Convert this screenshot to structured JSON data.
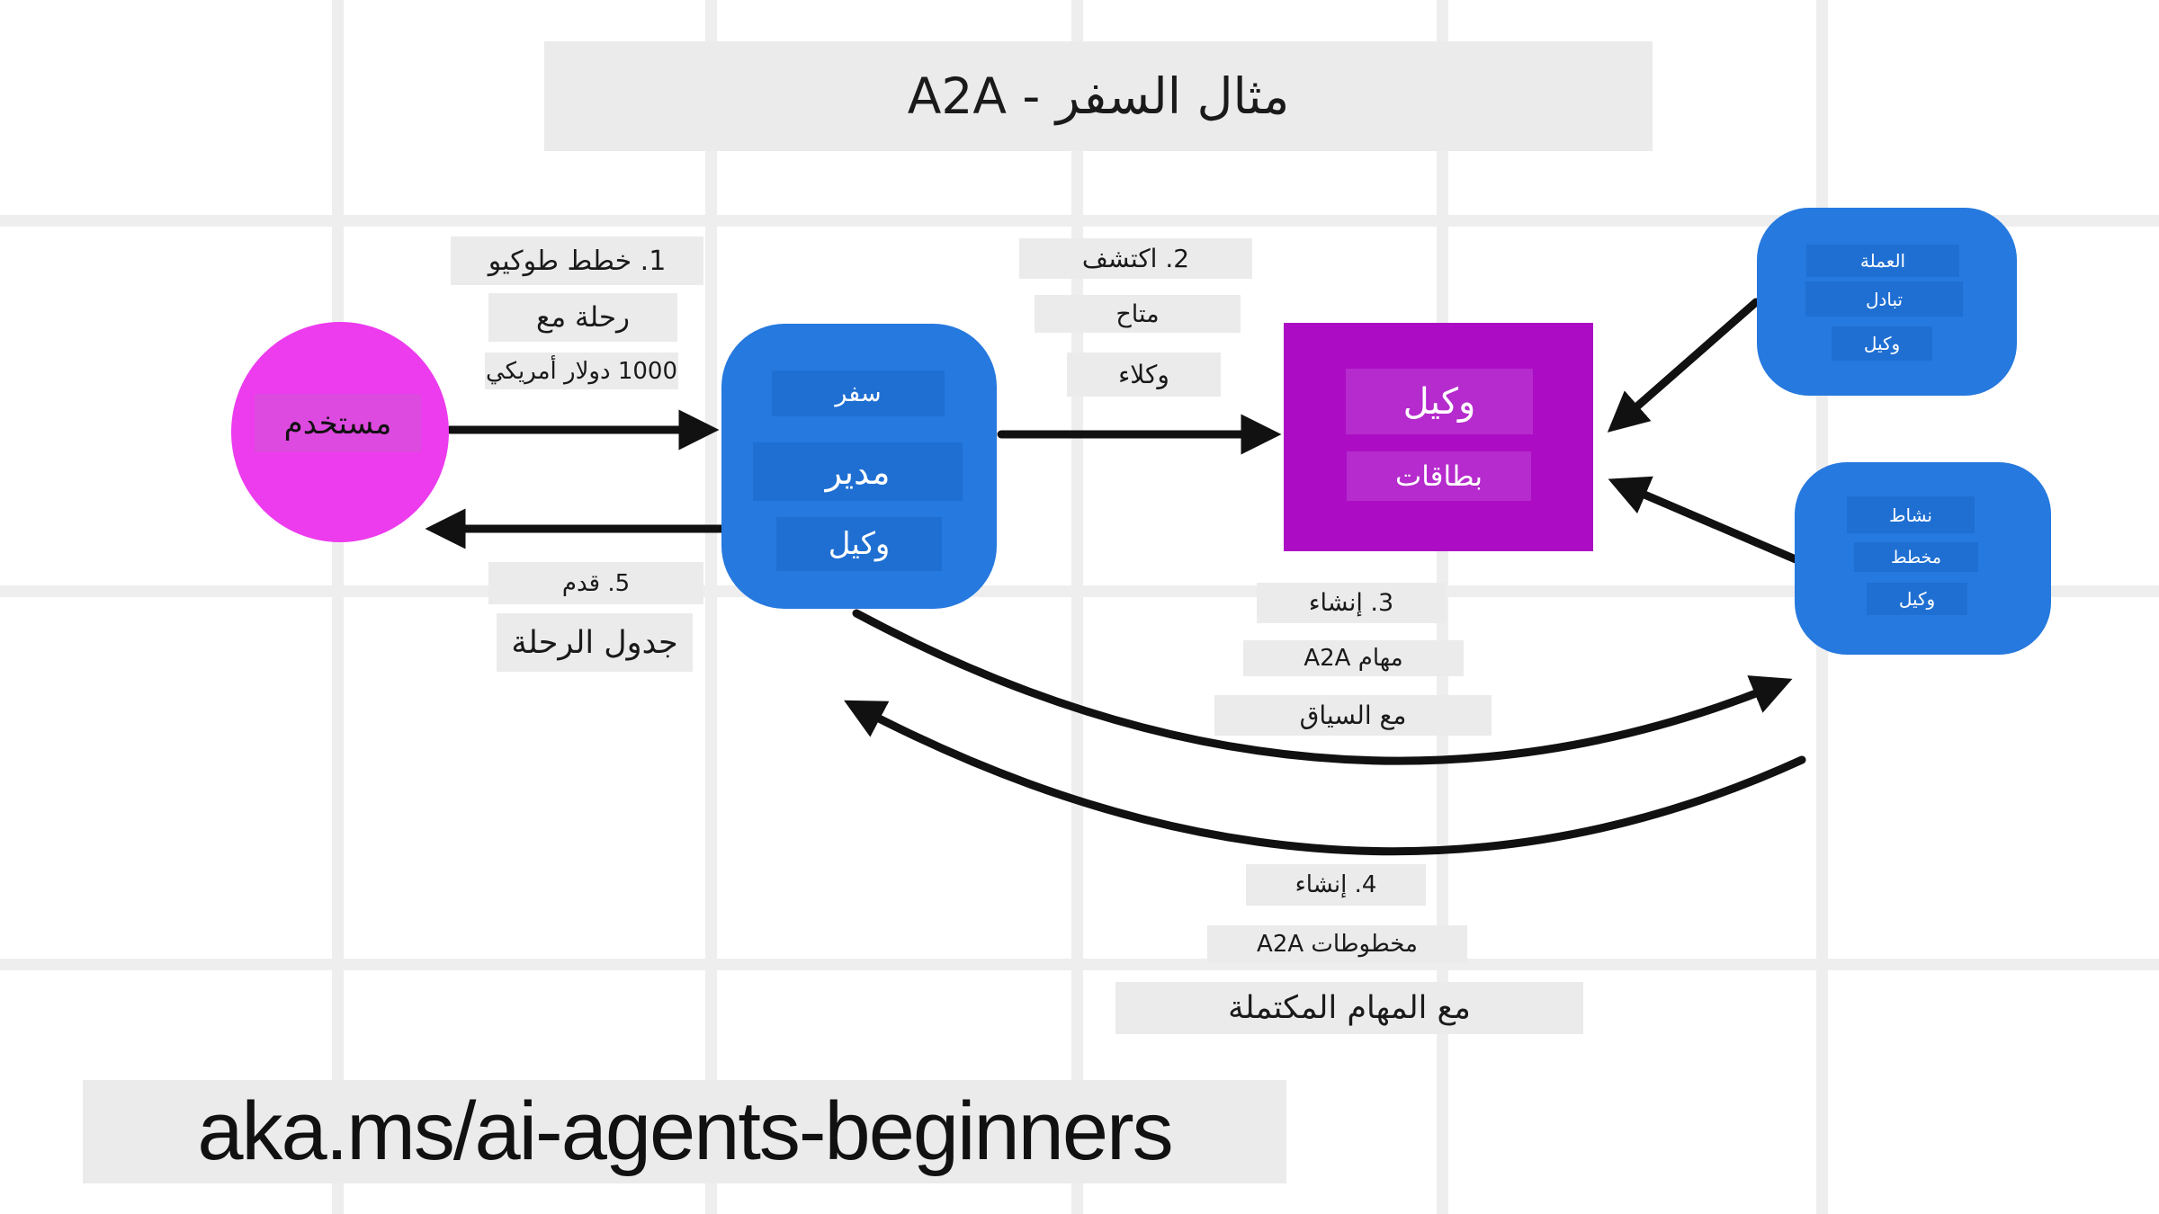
{
  "title": "مثال السفر - A2A",
  "footer_url": "aka.ms/ai-agents-beginners",
  "colors": {
    "blue": "#2679de",
    "blueInner": "#1f6fd2",
    "purple": "#ac0dc4",
    "purpleInner": "#b52bcd",
    "magenta": "#ed3bee",
    "magentaInner": "#dd4adf",
    "band": "#ebebeb",
    "grid": "#eeeeee",
    "arrow": "#111111"
  },
  "nodes": {
    "user": {
      "label": "مستخدم"
    },
    "travel_manager": {
      "line1": "سفر",
      "line2": "مدير",
      "line3": "وكيل"
    },
    "agent_cards": {
      "line1": "وكيل",
      "line2": "بطاقات"
    },
    "currency_exchange": {
      "line1": "العملة",
      "line2": "تبادل",
      "line3": "وكيل"
    },
    "activity_planner": {
      "line1": "نشاط",
      "line2": "مخطط",
      "line3": "وكيل"
    }
  },
  "steps": {
    "step1": {
      "line1": "1. خطط طوكيو",
      "line2": "رحلة مع",
      "line3": "1000 دولار أمريكي"
    },
    "step2": {
      "line1": "2. اكتشف",
      "line2": "متاح",
      "line3": "وكلاء"
    },
    "step3": {
      "line1": "3. إنشاء",
      "line2": "مهام A2A",
      "line3": "مع السياق"
    },
    "step4": {
      "line1": "4. إنشاء",
      "line2": "مخطوطات A2A",
      "line3": "مع المهام المكتملة"
    },
    "step5": {
      "line1": "5. قدم",
      "line2": "جدول الرحلة"
    }
  }
}
